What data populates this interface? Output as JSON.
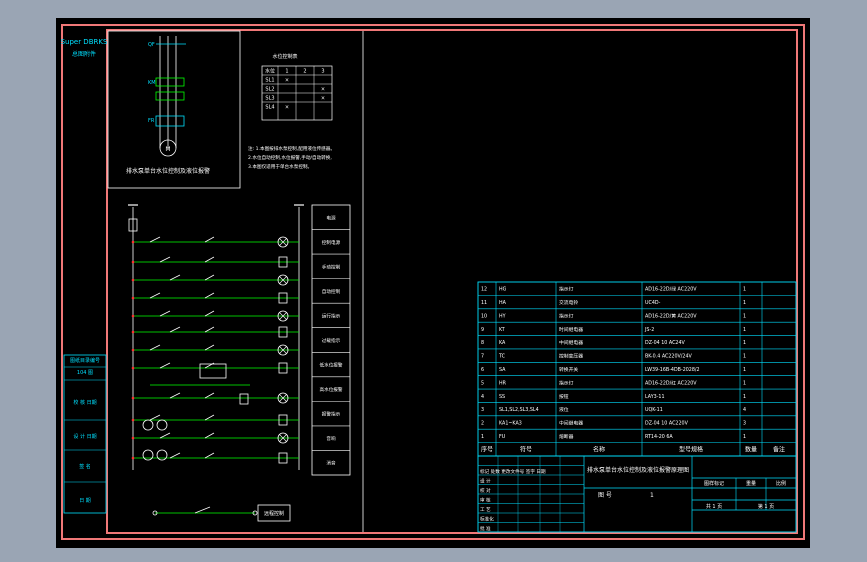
{
  "sheet": {
    "logo_text": "Super DBRKS",
    "logo_sub": "总图附件",
    "left_strip": [
      "图纸目录编号",
      "104 图",
      "校 核 日期",
      "设 计 日期",
      "签 名",
      "日 期"
    ],
    "colors": {
      "frame": "#f07878",
      "bg": "#000000",
      "cyan": "#00e0ff",
      "green": "#00ff00",
      "yellow": "#ffff00",
      "red": "#ff3030",
      "white": "#ffffff",
      "outer": "#9aa5b4"
    }
  },
  "power_diagram": {
    "caption": "排水泵单台水位控制及液位报警",
    "labels": [
      "QF",
      "KM",
      "FR",
      "M"
    ]
  },
  "truth_table": {
    "title": "水位控制表",
    "headers": [
      "水位",
      "1",
      "2",
      "3"
    ],
    "rows": [
      [
        "SL1",
        "×",
        "",
        ""
      ],
      [
        "SL2",
        "",
        "",
        "×"
      ],
      [
        "SL3",
        "",
        "",
        "×"
      ],
      [
        "SL4",
        "×",
        "",
        ""
      ]
    ],
    "note_lines": [
      "注: 1.本图按排水泵控制,配用液位传感器。",
      "2.水位自动控制,水位报警,手动/自动转换,",
      "3.本图仅适用于单台水泵控制。"
    ]
  },
  "control_diagram": {
    "function_labels": [
      "电源",
      "控制电源",
      "手动控制",
      "自动控制",
      "运行指示",
      "过载指示",
      "低水位报警",
      "高水位报警",
      "报警指示",
      "音响",
      "消音"
    ],
    "bottom_label": "远程控制"
  },
  "parts_table": {
    "headers": [
      "序号",
      "符号",
      "名称",
      "型号规格",
      "数量",
      "备注"
    ],
    "rows": [
      [
        "12",
        "HG",
        "指示灯",
        "AD16-22D/绿 AC220V",
        "1",
        ""
      ],
      [
        "11",
        "HA",
        "交流电铃",
        "UC4D-",
        "1",
        ""
      ],
      [
        "10",
        "HY",
        "指示灯",
        "AD16-22D/黄 AC220V",
        "1",
        ""
      ],
      [
        "9",
        "KT",
        "时间继电器",
        "JS-2",
        "1",
        ""
      ],
      [
        "8",
        "KA",
        "中间继电器",
        "DZ-04 10 AC24V",
        "1",
        ""
      ],
      [
        "7",
        "TC",
        "控制变压器",
        "BK-0.4 AC220V/24V",
        "1",
        ""
      ],
      [
        "6",
        "SA",
        "转换开关",
        "LW39-16B-4DB-2028/2",
        "1",
        ""
      ],
      [
        "5",
        "HR",
        "指示灯",
        "AD16-22D/红 AC220V",
        "1",
        ""
      ],
      [
        "4",
        "SS",
        "按钮",
        "LAY3-11",
        "1",
        ""
      ],
      [
        "3",
        "SL1,SL2,SL3,SL4",
        "液位",
        "UQK-11",
        "4",
        ""
      ],
      [
        "2",
        "KA1~KA3",
        "中间继电器",
        "DZ-04 10 AC220V",
        "3",
        ""
      ],
      [
        "1",
        "FU",
        "熔断器",
        "RT14-20 6A",
        "1",
        ""
      ]
    ]
  },
  "title_block": {
    "drawing_title": "排水泵单台水位控制及液位报警原理图",
    "left_rows": [
      "标记 处数 更改文件号 签字 日期",
      "设 计",
      "校 对",
      "审 核",
      "工 艺",
      "标准化",
      "批 准"
    ],
    "stage_label": "图 号",
    "stage_value": "1",
    "right_labels": [
      "图样标记",
      "重量",
      "比例"
    ],
    "sheet_labels": [
      "共  1  页",
      "第  1  页"
    ]
  }
}
